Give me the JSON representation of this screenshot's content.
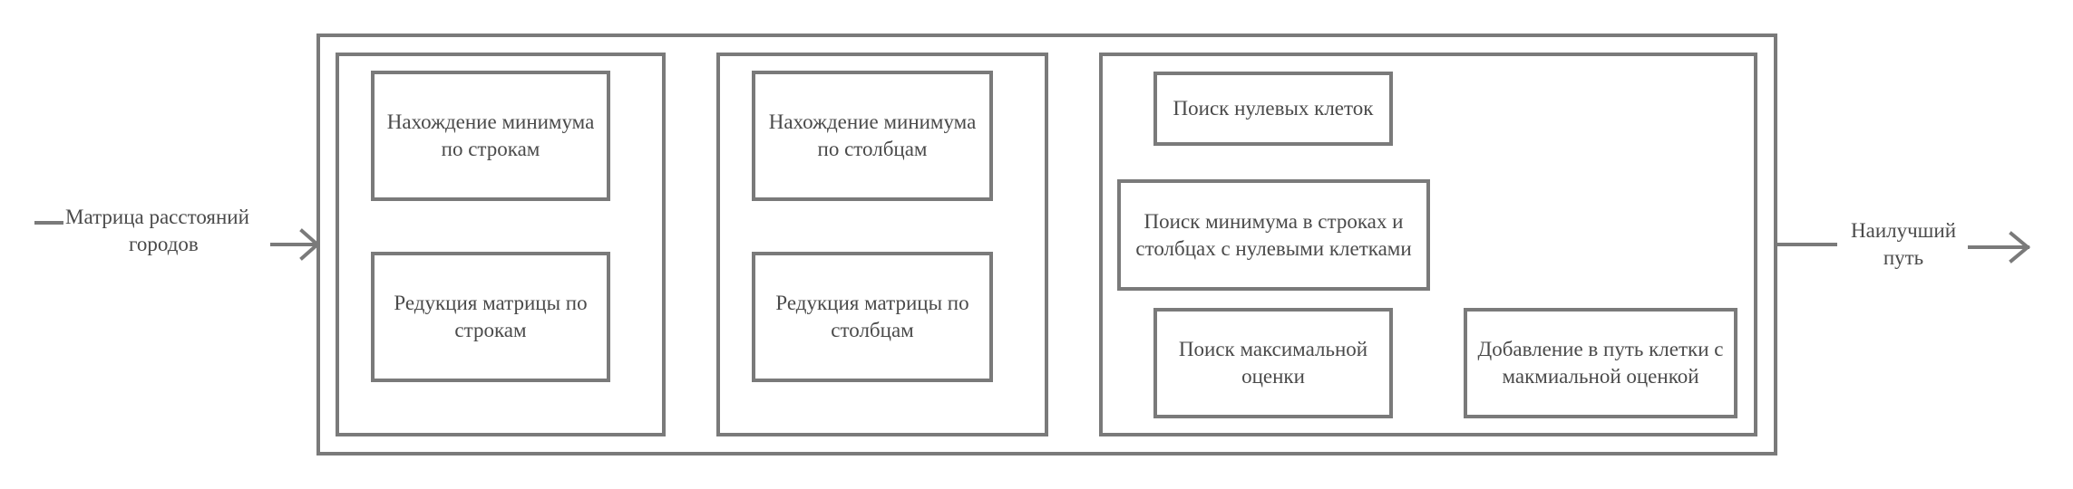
{
  "colors": {
    "stroke": "#7a7a7a",
    "text": "#4a4a4a",
    "background": "#ffffff"
  },
  "input": {
    "line1": "Матрица расстояний",
    "line2": "городов"
  },
  "output": {
    "line1": "Наилучший",
    "line2": "путь"
  },
  "stage1": {
    "find_min_rows": "Нахождение минимума по строкам",
    "reduce_rows": "Редукция матрицы по строкам"
  },
  "stage2": {
    "find_min_cols": "Нахождение минимума по столбцам",
    "reduce_cols": "Редукция матрицы по столбцам"
  },
  "stage3": {
    "find_zero_cells": "Поиск нулевых клеток",
    "find_min_rows_cols": "Поиск минимума в строках и столбцах с нулевыми клетками",
    "find_max_estimate": "Поиск максимальной оценки",
    "add_to_path": "Добавление в путь клетки с макмиальной оценкой"
  }
}
